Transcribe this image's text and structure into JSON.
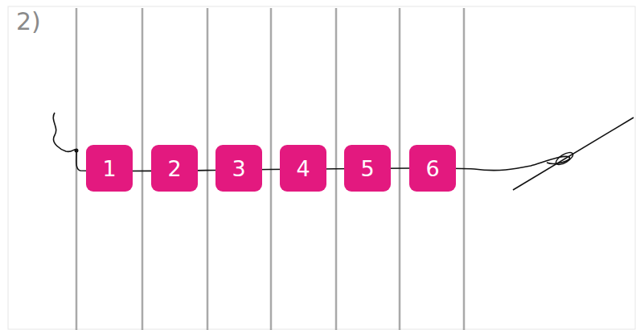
{
  "diagram": {
    "nodes": [
      {
        "text": [
          "1"
        ]
      },
      {
        "text": [
          "2"
        ]
      },
      {
        "text": [
          "3"
        ]
      },
      {
        "text": [
          "4"
        ]
      },
      {
        "text": [
          "5"
        ]
      },
      {
        "text": [
          "6"
        ]
      }
    ],
    "labels": [
      "2)"
    ]
  }
}
